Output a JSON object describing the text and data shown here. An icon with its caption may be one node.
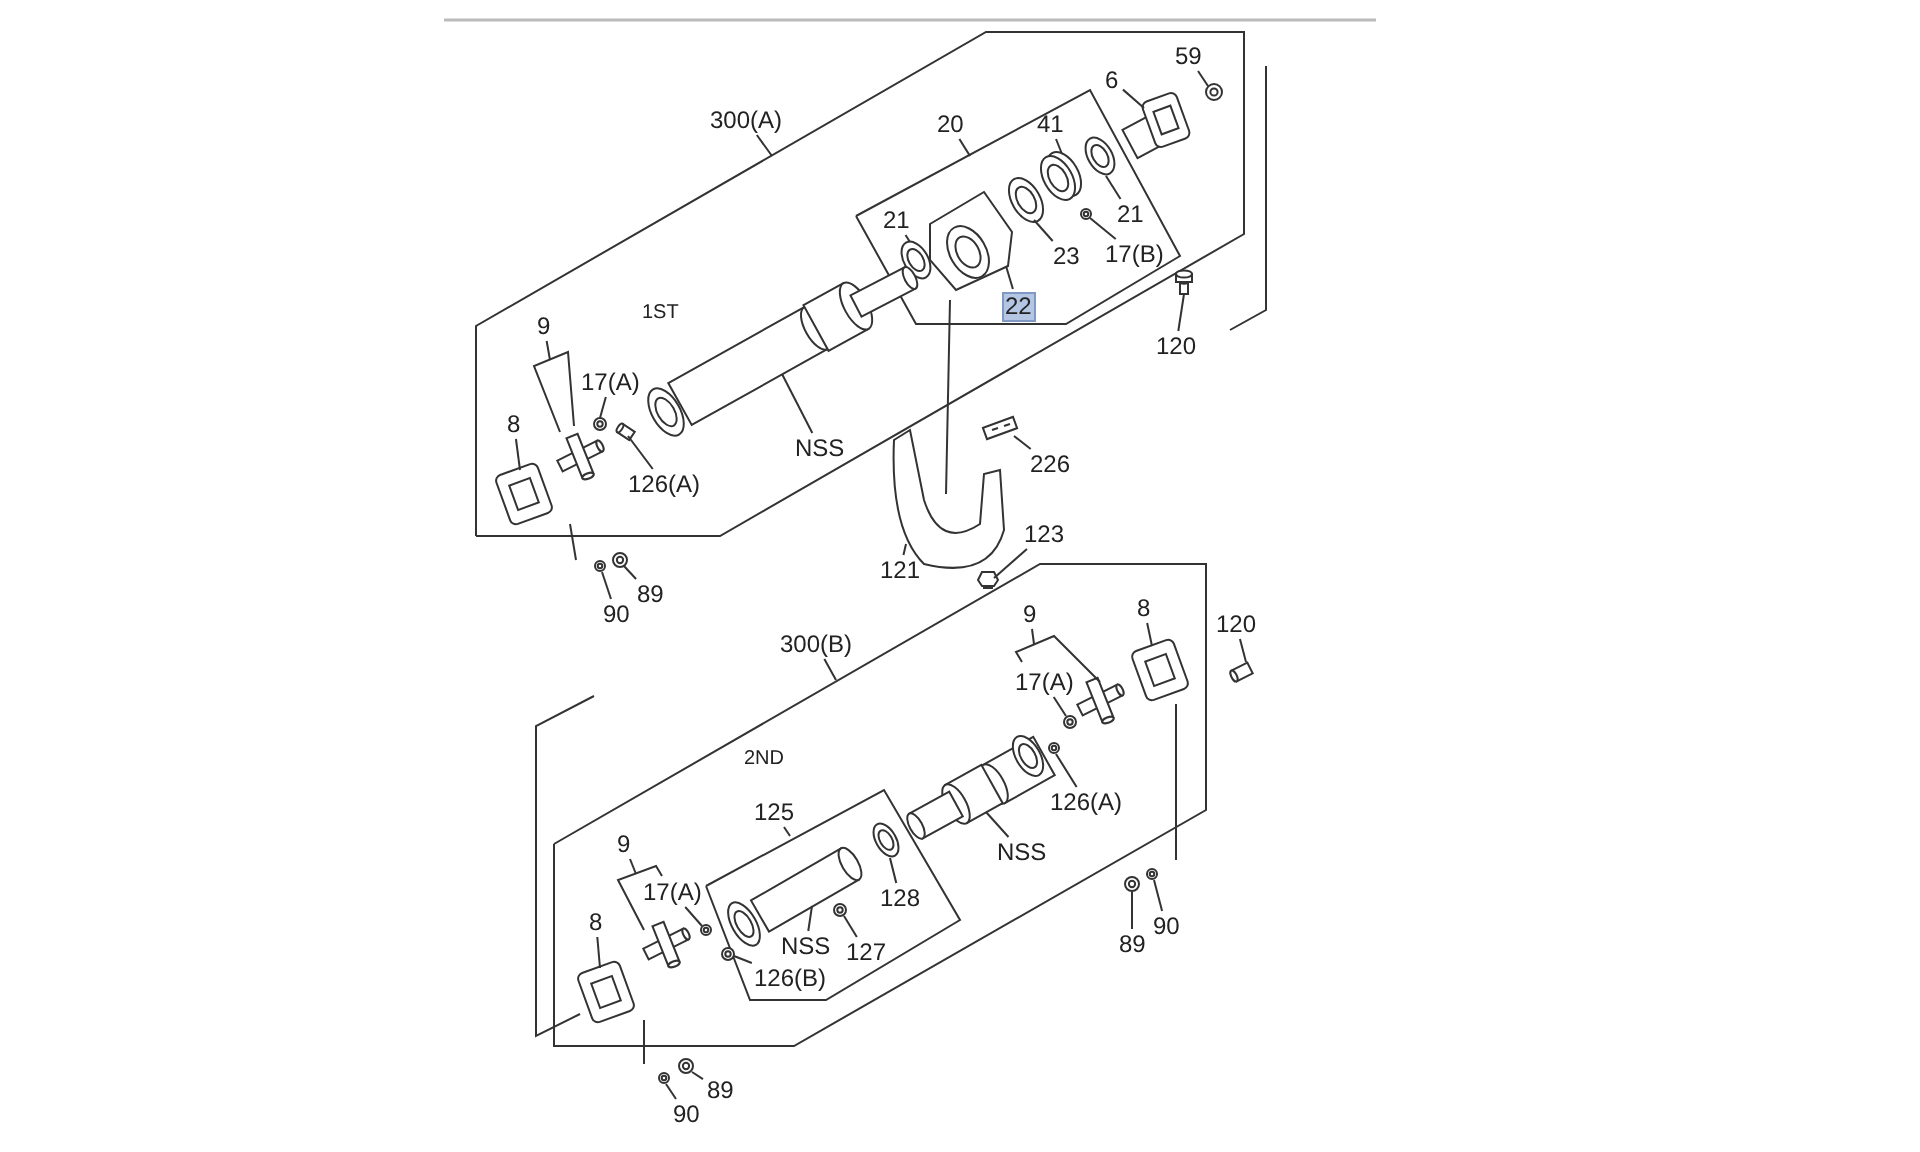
{
  "diagram": {
    "nodes": [
      {
        "text": [
          "300(A)"
        ]
      },
      {
        "text": [
          "59"
        ]
      },
      {
        "text": [
          "6"
        ]
      },
      {
        "text": [
          "20"
        ]
      },
      {
        "text": [
          "41"
        ]
      },
      {
        "text": [
          "21"
        ]
      },
      {
        "text": [
          "21"
        ]
      },
      {
        "text": [
          "23"
        ]
      },
      {
        "text": [
          "17(B)"
        ]
      },
      {
        "text": [
          "22"
        ]
      },
      {
        "text": [
          "120"
        ]
      },
      {
        "text": [
          "9"
        ]
      },
      {
        "text": [
          "17(A)"
        ]
      },
      {
        "text": [
          "8"
        ]
      },
      {
        "text": [
          "126(A)"
        ]
      },
      {
        "text": [
          "NSS"
        ]
      },
      {
        "text": [
          "226"
        ]
      },
      {
        "text": [
          "123"
        ]
      },
      {
        "text": [
          "121"
        ]
      },
      {
        "text": [
          "89"
        ]
      },
      {
        "text": [
          "90"
        ]
      },
      {
        "text": [
          "300(B)"
        ]
      },
      {
        "text": [
          "9"
        ]
      },
      {
        "text": [
          "8"
        ]
      },
      {
        "text": [
          "120"
        ]
      },
      {
        "text": [
          "17(A)"
        ]
      },
      {
        "text": [
          "126(A)"
        ]
      },
      {
        "text": [
          "125"
        ]
      },
      {
        "text": [
          "NSS"
        ]
      },
      {
        "text": [
          "9"
        ]
      },
      {
        "text": [
          "17(A)"
        ]
      },
      {
        "text": [
          "128"
        ]
      },
      {
        "text": [
          "8"
        ]
      },
      {
        "text": [
          "NSS"
        ]
      },
      {
        "text": [
          "127"
        ]
      },
      {
        "text": [
          "89"
        ]
      },
      {
        "text": [
          "90"
        ]
      },
      {
        "text": [
          "126(B)"
        ]
      },
      {
        "text": [
          "89"
        ]
      },
      {
        "text": [
          "90"
        ]
      },
      {
        "text": [],
        "shape": "picture"
      },
      {
        "text": [],
        "shape": "picture"
      },
      {
        "text": [],
        "shape": "picture"
      },
      {
        "text": [],
        "shape": "picture"
      },
      {
        "text": [],
        "shape": "picture"
      },
      {
        "text": [],
        "shape": "picture"
      },
      {
        "text": [],
        "shape": "picture"
      },
      {
        "text": [],
        "shape": "picture"
      },
      {
        "text": [],
        "shape": "picture"
      },
      {
        "text": [],
        "shape": "bracket"
      },
      {
        "text": [],
        "shape": "picture"
      },
      {
        "text": [],
        "shape": "picture"
      },
      {
        "text": [],
        "shape": "picture"
      },
      {
        "text": [],
        "shape": "picture"
      },
      {
        "text": [],
        "shape": "picture"
      },
      {
        "text": [],
        "shape": "picture"
      },
      {
        "text": [],
        "shape": "picture"
      },
      {
        "text": [],
        "shape": "picture"
      },
      {
        "text": [],
        "shape": "picture"
      },
      {
        "text": [],
        "shape": "bracket"
      },
      {
        "text": [],
        "shape": "picture"
      },
      {
        "text": [],
        "shape": "picture"
      },
      {
        "text": [],
        "shape": "picture"
      },
      {
        "text": [],
        "shape": "picture"
      },
      {
        "text": [],
        "shape": "picture"
      },
      {
        "text": [],
        "shape": "bracket"
      },
      {
        "text": [],
        "shape": "picture"
      },
      {
        "text": [],
        "shape": "picture"
      },
      {
        "text": [],
        "shape": "picture"
      },
      {
        "text": [],
        "shape": "picture"
      },
      {
        "text": [],
        "shape": "picture"
      },
      {
        "text": [],
        "shape": "picture"
      },
      {
        "text": [],
        "shape": "picture"
      },
      {
        "text": [],
        "shape": "picture"
      },
      {
        "text": [],
        "shape": "picture"
      },
      {
        "text": [],
        "shape": "picture"
      }
    ],
    "edges": [
      {
        "from": 0,
        "to": null,
        "arrow": "none"
      },
      {
        "from": 1,
        "to": 40,
        "arrow": "none"
      },
      {
        "from": 2,
        "to": 41,
        "arrow": "none"
      },
      {
        "from": 3,
        "to": null,
        "arrow": "none"
      },
      {
        "from": 4,
        "to": 42,
        "arrow": "none"
      },
      {
        "from": 5,
        "to": 43,
        "arrow": "none"
      },
      {
        "from": 6,
        "to": 44,
        "arrow": "none"
      },
      {
        "from": 7,
        "to": 45,
        "arrow": "none"
      },
      {
        "from": 8,
        "to": 46,
        "arrow": "none"
      },
      {
        "from": 9,
        "to": 47,
        "arrow": "none"
      },
      {
        "from": 10,
        "to": 48,
        "arrow": "none"
      },
      {
        "from": 11,
        "to": 49,
        "arrow": "none"
      },
      {
        "from": 12,
        "to": 50,
        "arrow": "none"
      },
      {
        "from": 13,
        "to": 51,
        "arrow": "none"
      },
      {
        "from": 14,
        "to": 52,
        "arrow": "none"
      },
      {
        "from": 15,
        "to": 53,
        "arrow": "none"
      },
      {
        "from": 16,
        "to": 54,
        "arrow": "none"
      },
      {
        "from": 17,
        "to": 55,
        "arrow": "none"
      },
      {
        "from": 18,
        "to": 56,
        "arrow": "none"
      },
      {
        "from": 19,
        "to": 57,
        "arrow": "none"
      },
      {
        "from": 20,
        "to": 58,
        "arrow": "none"
      },
      {
        "from": 21,
        "to": null,
        "arrow": "none"
      },
      {
        "from": 22,
        "to": 59,
        "arrow": "none"
      },
      {
        "from": 23,
        "to": 60,
        "arrow": "none"
      },
      {
        "from": 24,
        "to": 61,
        "arrow": "none"
      },
      {
        "from": 25,
        "to": 62,
        "arrow": "none"
      },
      {
        "from": 26,
        "to": 63,
        "arrow": "none"
      },
      {
        "from": 27,
        "to": null,
        "arrow": "none"
      },
      {
        "from": 28,
        "to": 64,
        "arrow": "none"
      },
      {
        "from": 29,
        "to": 65,
        "arrow": "none"
      },
      {
        "from": 30,
        "to": 66,
        "arrow": "none"
      },
      {
        "from": 31,
        "to": 67,
        "arrow": "none"
      },
      {
        "from": 32,
        "to": 68,
        "arrow": "none"
      },
      {
        "from": 33,
        "to": 69,
        "arrow": "none"
      },
      {
        "from": 34,
        "to": 70,
        "arrow": "none"
      },
      {
        "from": 35,
        "to": 71,
        "arrow": "none"
      },
      {
        "from": 36,
        "to": 72,
        "arrow": "none"
      },
      {
        "from": 37,
        "to": 73,
        "arrow": "none"
      },
      {
        "from": 38,
        "to": 74,
        "arrow": "none"
      },
      {
        "from": 39,
        "to": 75,
        "arrow": "none"
      }
    ],
    "labels": [
      "1ST",
      "2ND"
    ]
  }
}
